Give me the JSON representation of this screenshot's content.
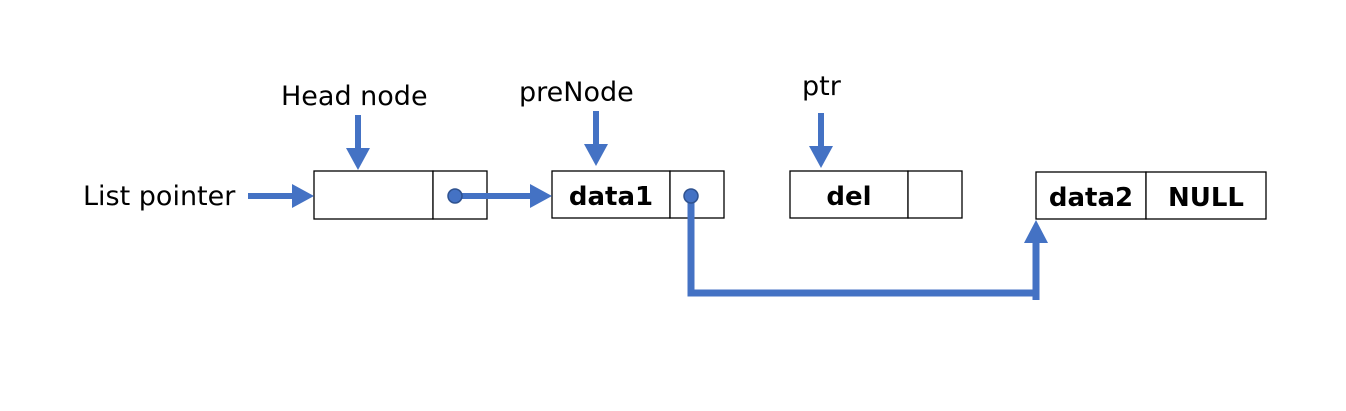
{
  "labels": {
    "list_pointer": "List pointer",
    "head_node": "Head node",
    "pre_node": "preNode",
    "ptr": "ptr"
  },
  "nodes": {
    "head": {
      "data": ""
    },
    "node1": {
      "data": "data1"
    },
    "del_node": {
      "data": "del"
    },
    "node2": {
      "data": "data2",
      "next": "NULL"
    }
  },
  "colors": {
    "arrow": "#4472C4",
    "pointer_dot": "#4472C4",
    "dot_outline": "#2F528F",
    "box_stroke": "#000000"
  }
}
